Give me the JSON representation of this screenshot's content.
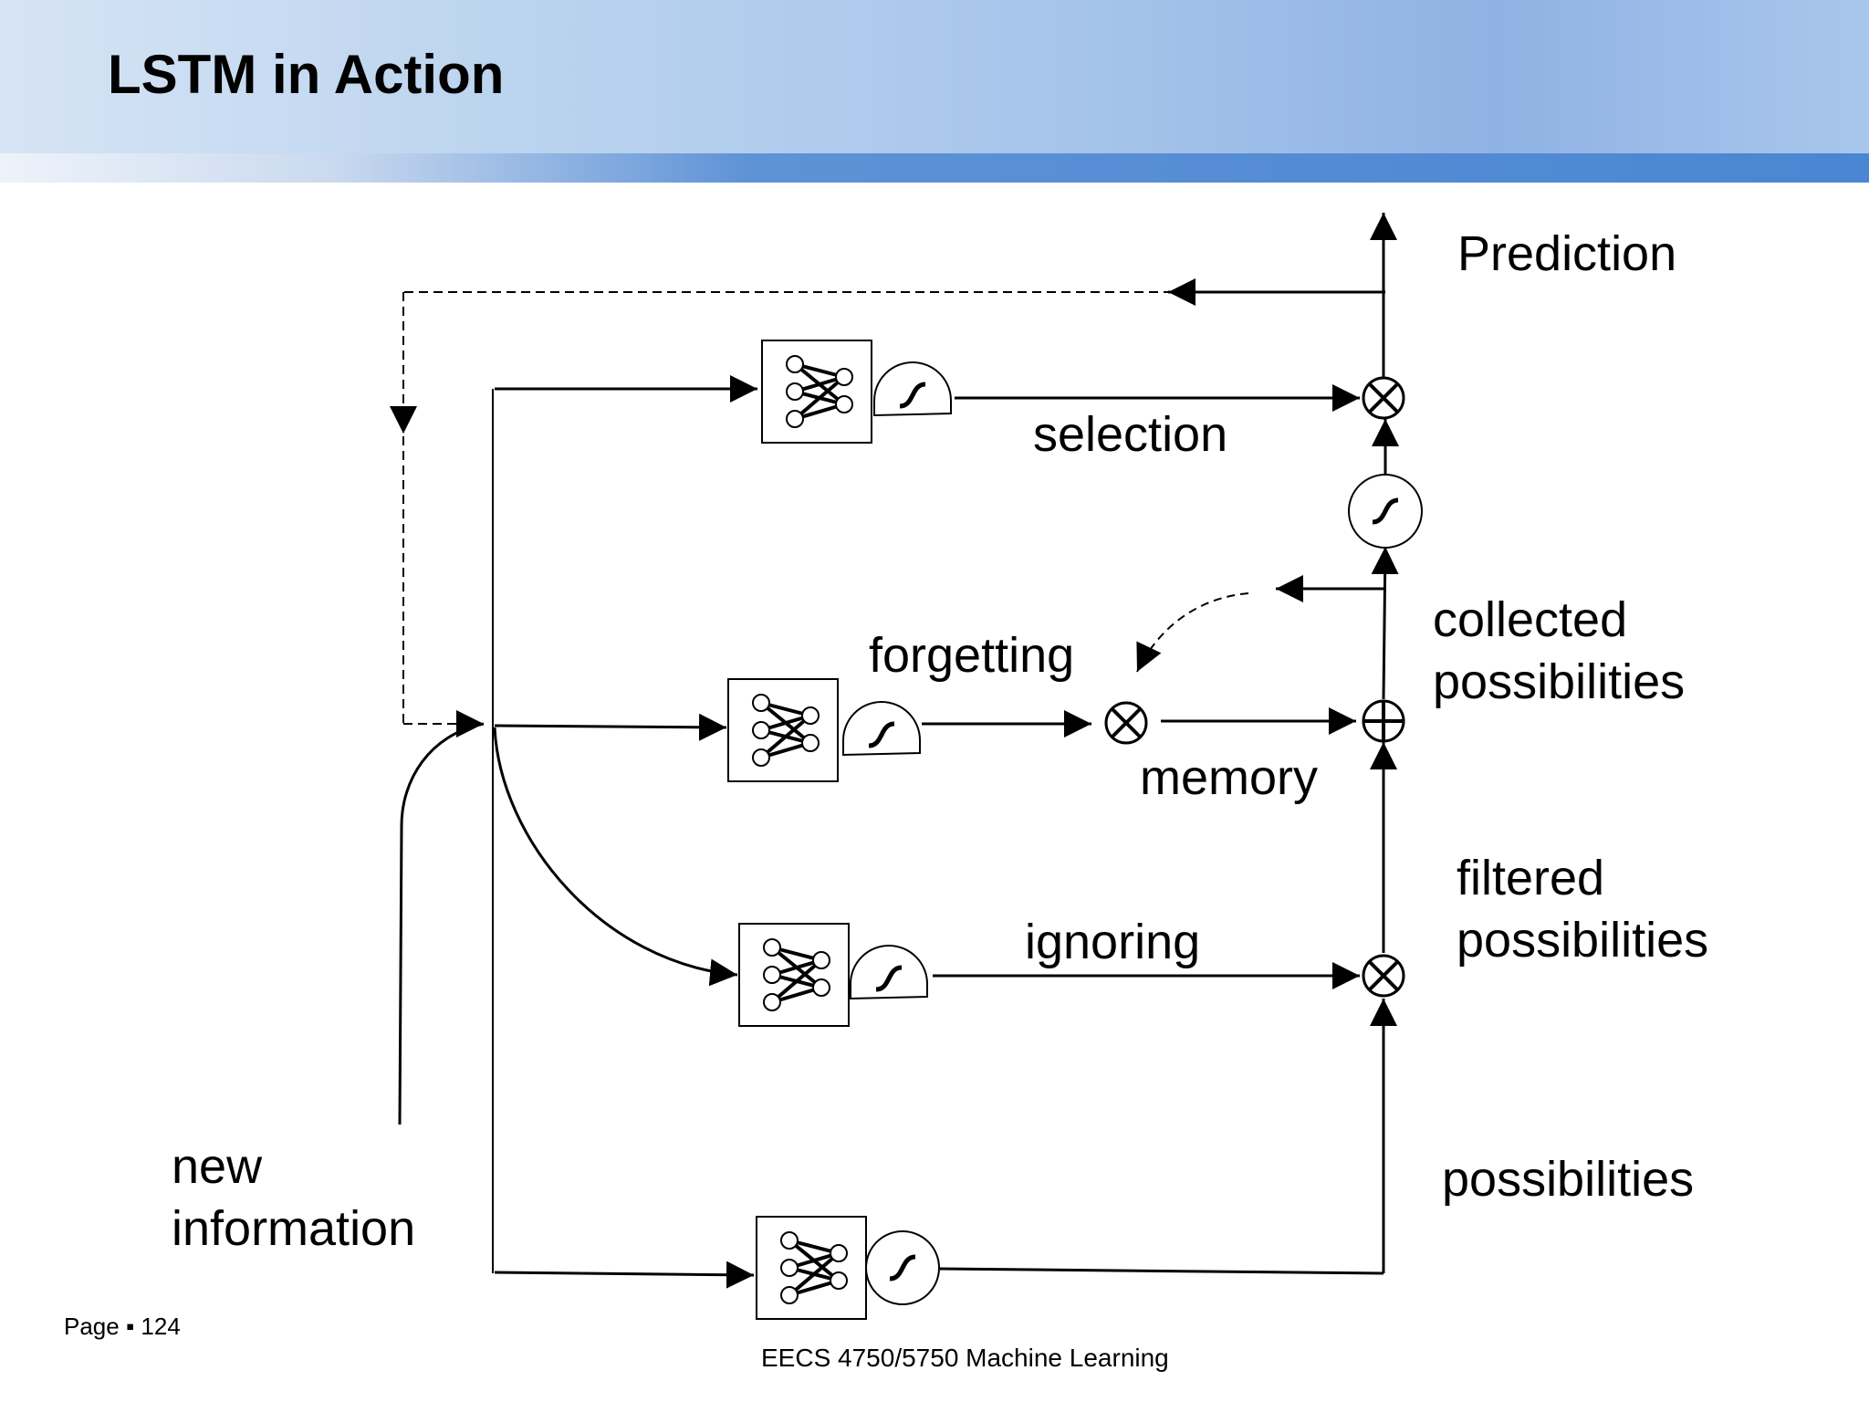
{
  "slide": {
    "title": "LSTM in Action",
    "page_label": "Page",
    "page_sep": "▪",
    "page_number": "124",
    "footer": "EECS 4750/5750 Machine Learning"
  },
  "diagram": {
    "labels": {
      "prediction": "Prediction",
      "selection": "selection",
      "forgetting": "forgetting",
      "memory": "memory",
      "ignoring": "ignoring",
      "collected_1": "collected",
      "collected_2": "possibilities",
      "filtered_1": "filtered",
      "filtered_2": "possibilities",
      "possibilities": "possibilities",
      "new_info_1": "new",
      "new_info_2": "information"
    },
    "icons": [
      "neural-network-icon",
      "squash-function-icon",
      "multiply-icon",
      "add-icon"
    ]
  }
}
